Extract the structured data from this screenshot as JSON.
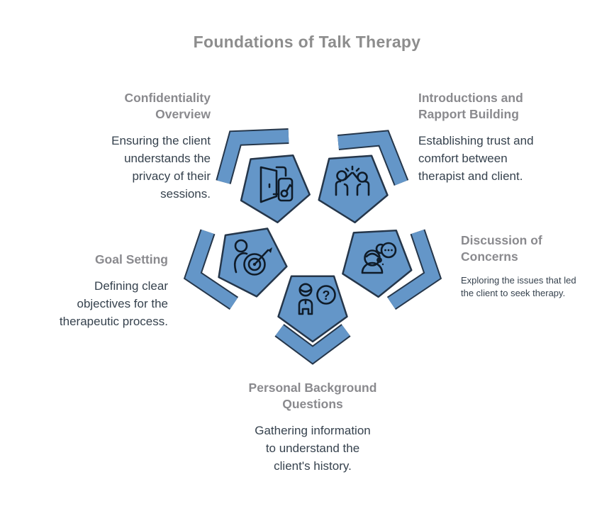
{
  "title": "Foundations of Talk Therapy",
  "colors": {
    "accent": "#6496c8",
    "outline": "#25364a",
    "icon_stroke": "#0f1b28",
    "heading_text": "#8a8a8e",
    "body_text": "#36424e",
    "title_text": "#8d8d8d",
    "background": "#ffffff"
  },
  "glyphs": {
    "question": "?"
  },
  "items": [
    {
      "id": "confidentiality-overview",
      "heading": "Confidentiality\nOverview",
      "description": "Ensuring the client\nunderstands the\nprivacy of their\nsessions.",
      "icon": "door-key-icon"
    },
    {
      "id": "introductions-rapport-building",
      "heading": "Introductions and\nRapport Building",
      "description": "Establishing trust and\ncomfort between\ntherapist and client.",
      "icon": "high-five-icon"
    },
    {
      "id": "goal-setting",
      "heading": "Goal Setting",
      "description": "Defining clear\nobjectives for the\ntherapeutic process.",
      "icon": "person-target-icon"
    },
    {
      "id": "discussion-of-concerns",
      "heading": "Discussion of\nConcerns",
      "description": "Exploring the issues that led\nthe client to seek therapy.",
      "icon": "person-thought-icon"
    },
    {
      "id": "personal-background-questions",
      "heading": "Personal Background\nQuestions",
      "description": "Gathering information\nto understand the\nclient's history.",
      "icon": "person-question-icon"
    }
  ]
}
